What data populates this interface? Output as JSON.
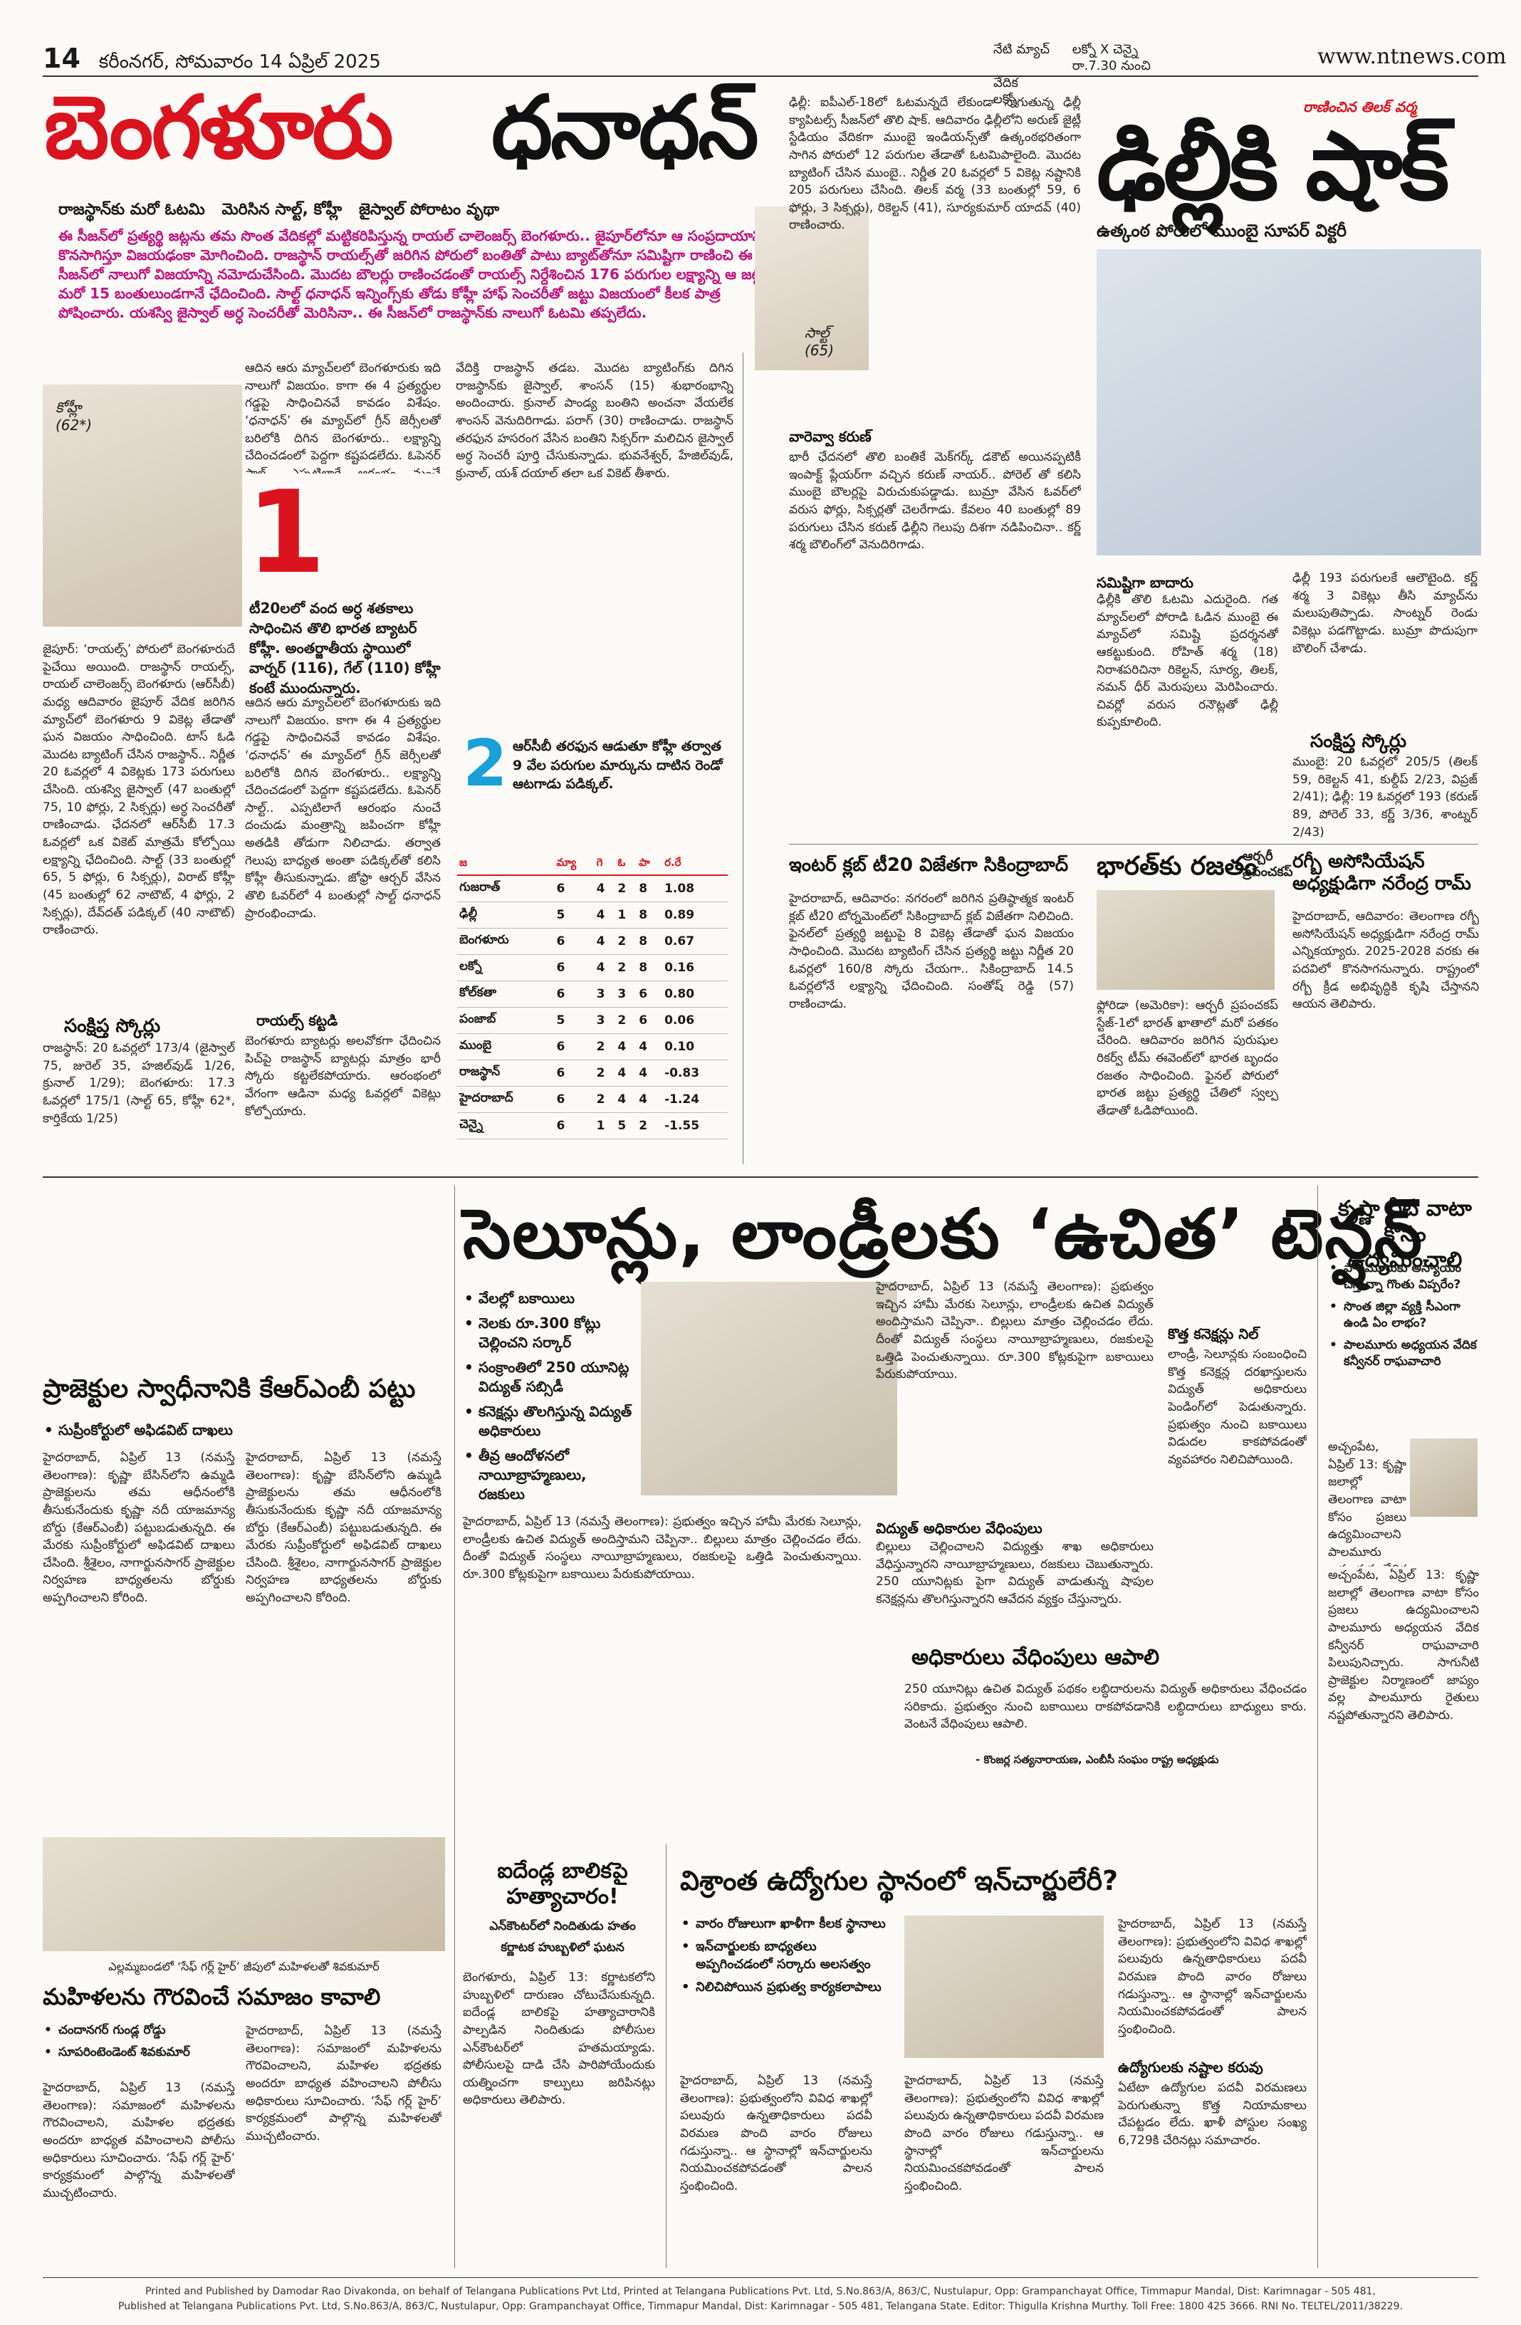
{
  "header": {
    "page_no": "14",
    "date": "కరీంనగర్, సోమవారం 14 ఏప్రిల్ 2025",
    "today_label": "నేటి మ్యాచ్",
    "match": "లక్నో X చెన్నై",
    "time": "రా.7.30 నుంచి",
    "venue_label": "వేదిక",
    "venue": "లక్నో",
    "url": "www.ntnews.com"
  },
  "left_story": {
    "headline_red": "బెంగళూరు",
    "headline_black": "ధనాధన్",
    "kicker": [
      "రాజస్థాన్‌కు మరో ఓటమి",
      "మెరిసిన సాల్ట్, కోహ్లీ",
      "జైస్వాల్ పోరాటం వృథా"
    ],
    "lead": "ఈ సీజన్‌లో ప్రత్యర్థి జట్లను తమ సొంత వేదికల్లో మట్టికరిపిస్తున్న రాయల్ చాలెంజర్స్ బెంగళూరు.. జైపూర్‌లోనూ ఆ సంప్రదాయాన్ని కొనసాగిస్తూ విజయఢంకా మోగించింది. రాజస్థాన్ రాయల్స్‌తో జరిగిన పోరులో బంతితో పాటు బ్యాట్‌తోనూ సమిష్టిగా రాణించి ఈ సీజన్‌లో నాలుగో విజయాన్ని నమోదుచేసింది. మొదట బౌలర్లు రాణించడంతో రాయల్స్ నిర్దేశించిన 176 పరుగుల లక్ష్యాన్ని ఆ జట్టు మరో 15 బంతులుండగానే ఛేదించింది. సాల్ట్ ధనాధన్ ఇన్నింగ్స్‌కు తోడు కోహ్లీ హాఫ్ సెంచరీతో జట్టు విజయంలో కీలక పాత్ర పోషించారు. యశస్వి జైస్వాల్ అర్ధ సెంచరీతో మెరిసినా.. ఈ సీజన్‌లో రాజస్థాన్‌కు నాలుగో ఓటమి తప్పలేదు.",
    "photo1_caption": "కోహ్లీ",
    "photo1_score": "(62*)",
    "photo2_caption": "సాల్ట్",
    "photo2_score": "(65)",
    "big_num_1": "1",
    "pull1": "టీ20లలో వంద అర్ధ శతకాలు సాధించిన తొలి భారత బ్యాటర్ కోహ్లీ. అంతర్జాతీయ స్థాయిలో వార్నర్ (116), గేల్ (110) కోహ్లీ కంటే ముందున్నారు.",
    "big_num_2": "2",
    "pull2": "ఆర్‌సీబీ తరఫున ఆడుతూ కోహ్లీ తర్వాత 9 వేల పరుగుల మార్కును దాటిన రెండో ఆటగాడు పడిక్కల్.",
    "col1": "జైపూర్: ‘రాయల్స్’ పోరులో బెంగళూరుదే పైచేయి అయింది. రాజస్థాన్ రాయల్స్, రాయల్ చాలెంజర్స్ బెంగళూరు (ఆర్‌సీబీ) మధ్య ఆదివారం జైపూర్ వేదిక జరిగిన మ్యాచ్‌లో బెంగళూరు 9 వికెట్ల తేడాతో ఘన విజయం సాధించింది. టాస్ ఓడి మొదట బ్యాటింగ్ చేసిన రాజస్థాన్.. నిర్ణీత 20 ఓవర్లలో 4 వికెట్లకు 173 పరుగులు చేసింది. యశస్వి జైస్వాల్ (47 బంతుల్లో 75, 10 ఫోర్లు, 2 సిక్సర్లు) అర్ధ సెంచరీతో రాణించాడు. ఛేదనలో ఆర్‌సీబీ 17.3 ఓవర్లలో ఒక వికెట్ మాత్రమే కోల్పోయి లక్ష్యాన్ని ఛేదించింది. సాల్ట్ (33 బంతుల్లో 65, 5 ఫోర్లు, 6 సిక్సర్లు), విరాట్ కోహ్లీ (45 బంతుల్లో 62 నాటౌట్, 4 ఫోర్లు, 2 సిక్సర్లు), దేవ్‌దత్ పడిక్కల్ (40 నాటౌట్) రాణించారు.",
    "col2": "ఆదిన ఆరు మ్యాచ్‌లలో బెంగళూరుకు ఇది నాలుగో విజయం. కాగా ఈ 4 ప్రత్యర్థుల గడ్డపై సాధించినవే కావడం విశేషం. ‘ధనాధన్’ ఈ మ్యాచ్‌లో గ్రీన్ జెర్సీలతో బరిలోకి దిగిన బెంగళూరు.. లక్ష్యాన్ని చేదించడంలో పెద్దగా కష్టపడలేదు. ఓపెనర్ సాల్ట్.. ఎప్పటిలాగే ఆరంభం నుంచే దంచుడు మంత్రాన్ని జపించగా కోహ్లీ అతడికి తోడుగా నిలిచాడు. తర్వాత గెలుపు బాధ్యత అంతా పడిక్కల్‌తో కలిసి కోహ్లీ తీసుకున్నాడు. జోఫ్రా ఆర్చర్ వేసిన తొలి ఓవర్‌లో 4 బంతుల్లో సాల్ట్ ధనాధన్ ప్రారంభించాడు.",
    "col3": "వేదిక్తి రాజస్థాన్ తడబ. మొదట బ్యాటింగ్‌కు దిగిన రాజస్థాన్‌కు జైస్వాల్, శాంసన్ (15) శుభారంభాన్ని అందించారు. క్రునాల్ పాండ్య బంతిని అంచనా వేయలేక శాంసన్ వెనుదిరిగాడు. పరాగ్ (30) రాణించాడు. రాజస్థాన్ తరఫున హసరంగ వేసిన బంతిని సిక్సర్‌గా మలిచిన జైస్వాల్ అర్ధ సెంచరీ పూర్తి చేసుకున్నాడు. భువనేశ్వర్, హేజిల్‌వుడ్, క్రునాల్, యశ్ దయాల్ తలా ఒక వికెట్ తీశారు.",
    "col4": "ఢిల్లీ: ఐపీఎల్-18లో ఓటమన్నదే లేకుండా సాగుతున్న ఢిల్లీ క్యాపిటల్స్ సీజన్‌లో తొలి షాక్. ఆదివారం ఢిల్లీలోని అరుణ్ జైట్లీ స్టేడియం వేదికగా ముంబై ఇండియన్స్‌తో ఉత్కంఠభరితంగా సాగిన పోరులో 12 పరుగుల తేడాతో ఓటమిపాలైంది. మొదట బ్యాటింగ్ చేసిన ముంబై.. నిర్ణీత 20 ఓవర్లలో 5 వికెట్ల నష్టానికి 205 పరుగులు చేసింది. తిలక్ వర్మ (33 బంతుల్లో 59, 6 ఫోర్లు, 3 సిక్సర్లు), రికెల్టన్ (41), సూర్యకుమార్ యాదవ్ (40) రాణించారు.",
    "short_scores_title": "సంక్షిప్త స్కోర్లు",
    "short_scores": "రాజస్థాన్: 20 ఓవర్లలో 173/4 (జైస్వాల్ 75, జురెల్ 35, హజిల్‌వుడ్ 1/26, క్రునాల్ 1/29); బెంగళూరు: 17.3 ఓవర్లలో 175/1 (సాల్ట్ 65, కోహ్లీ 62*, కార్తికేయ 1/25)",
    "royal_heading": "రాయల్స్ కట్టడి",
    "royal_text": "బెంగళూరు బ్యాటర్లు అలవోకగా ఛేదించిన పిచ్‌పై రాజస్థాన్ బ్యాటర్లు మాత్రం భారీ స్కోరు కట్టలేకపోయారు. ఆరంభంలో వేగంగా ఆడినా మధ్య ఓవర్లలో వికెట్లు కోల్పోయారు."
  },
  "points_table": {
    "headers": [
      "జ",
      "మ్యా",
      "గె",
      "ఓ",
      "పా",
      "ర.రే"
    ],
    "rows": [
      [
        "గుజరాత్",
        "6",
        "4",
        "2",
        "8",
        "1.08"
      ],
      [
        "ఢిల్లీ",
        "5",
        "4",
        "1",
        "8",
        "0.89"
      ],
      [
        "బెంగళూరు",
        "6",
        "4",
        "2",
        "8",
        "0.67"
      ],
      [
        "లక్నో",
        "6",
        "4",
        "2",
        "8",
        "0.16"
      ],
      [
        "కోల్‌కతా",
        "6",
        "3",
        "3",
        "6",
        "0.80"
      ],
      [
        "పంజాబ్",
        "5",
        "3",
        "2",
        "6",
        "0.06"
      ],
      [
        "ముంబై",
        "6",
        "2",
        "4",
        "4",
        "0.10"
      ],
      [
        "రాజస్థాన్",
        "6",
        "2",
        "4",
        "4",
        "-0.83"
      ],
      [
        "హైదరాబాద్",
        "6",
        "2",
        "4",
        "4",
        "-1.24"
      ],
      [
        "చెన్నై",
        "6",
        "1",
        "5",
        "2",
        "-1.55"
      ]
    ]
  },
  "right_story": {
    "byline": "రాణించిన తిలక్ వర్మ",
    "headline": "ఢిల్లీకి షాక్",
    "subhead": "ఉత్కంఠ పోరులో ముంబై సూపర్ విక్టరీ",
    "heading_karun": "వారెవ్వా కరుణ్",
    "text_a": "భారీ ఛేదనలో తొలి బంతికే మెక్‌గర్క్ డకౌట్ అయినప్పటికీ ఇంపాక్ట్ ప్లేయర్‌గా వచ్చిన కరుణ్ నాయర్.. పోరెల్ తో కలిసి ముంబై బౌలర్లపై విరుచుకుపడ్డాడు. బుమ్రా వేసిన ఓవర్‌లో వరుస ఫోర్లు, సిక్సర్లతో చెలరేగాడు. కేవలం 40 బంతుల్లో 89 పరుగులు చేసిన కరుణ్ ఢిల్లీని గెలుపు దిశగా నడిపించినా.. కర్ణ్ శర్మ బౌలింగ్‌లో వెనుదిరిగాడు.",
    "heading_samishti": "సమిష్టిగా బాదారు",
    "text_b": "ఢిల్లీకి తొలి ఓటమి ఎదురైంది. గత మ్యాచ్‌లలో పోరాడి ఓడిన ముంబై ఈ మ్యాచ్‌లో సమిష్టి ప్రదర్శనతో ఆకట్టుకుంది. రోహిత్ శర్మ (18) నిరాశపరిచినా రికెల్టన్, సూర్య, తిలక్, నమన్ ధీర్ మెరుపులు మెరిపించారు. చివర్లో వరుస రనౌట్లతో ఢిల్లీ కుప్పకూలింది.",
    "text_c": "ఢిల్లీ 193 పరుగులకే ఆలౌటైంది. కర్ణ్ శర్మ 3 వికెట్లు తీసి మ్యాచ్‌ను మలుపుతిప్పాడు. సాంట్నర్ రెండు వికెట్లు పడగొట్టాడు. బుమ్రా పొదుపుగా బౌలింగ్ చేశాడు.",
    "scores_title": "సంక్షిప్త స్కోర్లు",
    "scores": "ముంబై: 20 ఓవర్లలో 205/5 (తిలక్ 59, రికెల్టన్ 41, కుల్దీప్ 2/23, విప్రజ్ 2/41); ఢిల్లీ: 19 ఓవర్లలో 193 (కరుణ్ 89, పోరెల్ 33, కర్ణ్ 3/36, శాంట్నర్ 2/43)"
  },
  "mid_stories": {
    "intercity_head": "ఇంటర్ క్లబ్ టీ20 విజేతగా సికింద్రాబాద్",
    "intercity_text": "హైదరాబాద్, ఆదివారం: నగరంలో జరిగిన ప్రతిష్ఠాత్మక ఇంటర్ క్లబ్ టీ20 టోర్నమెంట్‌లో సికింద్రాబాద్ క్లబ్ విజేతగా నిలిచింది. ఫైనల్‌లో ప్రత్యర్థి జట్టుపై 8 వికెట్ల తేడాతో ఘన విజయం సాధించింది. మొదట బ్యాటింగ్ చేసిన ప్రత్యర్థి జట్టు నిర్ణీత 20 ఓవర్లలో 160/8 స్కోరు చేయగా.. సికింద్రాబాద్ 14.5 ఓవర్లలోనే లక్ష్యాన్ని ఛేదించింది. సంతోష్ రెడ్డి (57) రాణించాడు.",
    "rajatham_head": "భారత్‌కు రజతం",
    "rajatham_kicker": "ఆర్చరీ ప్రపంచకప్",
    "rajatham_text": "ఫ్లోరిడా (అమెరికా): ఆర్చరీ ప్రపంచకప్ స్టేజ్-1లో భారత్ ఖాతాలో మరో పతకం చేరింది. ఆదివారం జరిగిన పురుషుల రికర్వ్ టీమ్ ఈవెంట్‌లో భారత బృందం రజతం సాధించింది. ఫైనల్ పోరులో భారత జట్టు ప్రత్యర్థి చేతిలో స్వల్ప తేడాతో ఓడిపోయింది.",
    "rugby_head": "రగ్బీ అసోసియేషన్ అధ్యక్షుడిగా నరేంద్ర రామ్",
    "rugby_text": "హైదరాబాద్, ఆదివారం: తెలంగాణ రగ్బీ అసోసియేషన్ అధ్యక్షుడిగా నరేంద్ర రామ్ ఎన్నికయ్యారు. 2025-2028 వరకు ఈ పదవిలో కొనసాగనున్నారు. రాష్ట్రంలో రగ్బీ క్రీడ అభివృద్ధికి కృషి చేస్తానని ఆయన తెలిపారు."
  },
  "selunlu": {
    "headline": "సెలూన్లు, లాండ్రీలకు ‘ఉచిత’ టెన్షన్",
    "bullets": [
      "వేలల్లో బకాయిలు",
      "నెలకు రూ.300 కోట్లు చెల్లించని సర్కార్",
      "సంక్రాంతిలో 250 యూనిట్ల విద్యుత్ సబ్సిడీ",
      "కనెక్షన్లు తొలగిస్తున్న విద్యుత్ అధికారులు",
      "తీవ్ర ఆందోళనలో నాయీబ్రాహ్మణులు, రజకులు"
    ],
    "text_1": "హైదరాబాద్, ఏప్రిల్ 13 (నమస్తే తెలంగాణ): ప్రభుత్వం ఇచ్చిన హామీ మేరకు సెలూన్లు, లాండ్రీలకు ఉచిత విద్యుత్ అందిస్తామని చెప్పినా.. బిల్లులు మాత్రం చెల్లించడం లేదు. దీంతో విద్యుత్ సంస్థలు నాయీబ్రాహ్మణులు, రజకులపై ఒత్తిడి పెంచుతున్నాయి. రూ.300 కోట్లకుపైగా బకాయిలు పేరుకుపోయాయి.",
    "heading_adhikarula": "విద్యుత్ అధికారుల వేధింపులు",
    "text_2": "బిల్లులు చెల్లించాలని విద్యుత్తు శాఖ అధికారులు వేధిస్తున్నారని నాయీబ్రాహ్మణులు, రజకులు చెబుతున్నారు. 250 యూనిట్లకు పైగా విద్యుత్ వాడుతున్న షాపుల కనెక్షన్లను తొలగిస్తున్నారని ఆవేదన వ్యక్తం చేస్తున్నారు.",
    "heading_kotha": "కొత్త కనెక్షన్లు నిల్",
    "text_3": "లాండ్రీ, సెలూన్లకు సంబంధించి కొత్త కనెక్షన్ల దరఖాస్తులను విద్యుత్ అధికారులు పెండింగ్‌లో పెడుతున్నారు. ప్రభుత్వం నుంచి బకాయిలు విడుదల కాకపోవడంతో వ్యవహారం నిలిచిపోయింది.",
    "adhikarula_head": "అధికారులు వేధింపులు ఆపాలి",
    "adhikarula_text": "250 యూనిట్లు ఉచిత విద్యుత్ పథకం లబ్ధిదారులను విద్యుత్ అధికారులు వేధించడం సరికాదు. ప్రభుత్వం నుంచి బకాయిలు రాకపోవడానికి లబ్ధిదారులు బాధ్యులు కారు. వెంటనే వేధింపులు ఆపాలి.",
    "adhikarula_byline": "- కొంజర్ల సత్యనారాయణ, ఎంబీసీ సంఘం రాష్ట్ర అధ్యక్షుడు"
  },
  "krishna": {
    "headline": "కృష్ణా నీటి వాటా కోసం ఉద్యమించాలి",
    "bullets": [
      "పాలమూరుకు అన్యాయం చేస్తున్నా గొంతు విప్పరేం?",
      "సొంత జిల్లా వ్యక్తి సీఎంగా ఉండి ఏం లాభం?",
      "పాలమూరు అధ్యయన వేదిక కన్వీనర్ రాఘవాచారి"
    ],
    "text": "అచ్చంపేట, ఏప్రిల్ 13: కృష్ణా జలాల్లో తెలంగాణ వాటా కోసం ప్రజలు ఉద్యమించాలని పాలమూరు అధ్యయన వేదిక కన్వీనర్ రాఘవాచారి పిలుపునిచ్చారు. సాగునీటి ప్రాజెక్టుల నిర్మాణంలో జాప్యం వల్ల పాలమూరు రైతులు నష్టపోతున్నారని తెలిపారు."
  },
  "brb": {
    "headline": "ప్రాజెక్టుల స్వాధీనానికి కేఆర్‌ఎంబీ పట్టు",
    "bullet": "సుప్రీంకోర్టులో అఫిడవిట్ దాఖలు",
    "text": "హైదరాబాద్, ఏప్రిల్ 13 (నమస్తే తెలంగాణ): కృష్ణా బేసిన్‌లోని ఉమ్మడి ప్రాజెక్టులను తమ ఆధీనంలోకి తీసుకునేందుకు కృష్ణా నదీ యాజమాన్య బోర్డు (కేఆర్‌ఎంబీ) పట్టుబడుతున్నది. ఈ మేరకు సుప్రీంకోర్టులో అఫిడవిట్ దాఖలు చేసింది. శ్రీశైలం, నాగార్జునసాగర్ ప్రాజెక్టుల నిర్వహణ బాధ్యతలను బోర్డుకు అప్పగించాలని కోరింది."
  },
  "rape": {
    "headline": "ఐదేండ్ల బాలికపై హత్యాచారం!",
    "kicker": "ఎన్‌కౌంటర్‌లో నిందితుడు హతం",
    "sub": "కర్ణాటక హుబ్బళిలో ఘటన",
    "text": "బెంగళూరు, ఏప్రిల్ 13: కర్ణాటకలోని హుబ్బళిలో దారుణం చోటుచేసుకున్నది. ఐదేండ్ల బాలికపై హత్యాచారానికి పాల్పడిన నిందితుడు పోలీసుల ఎన్‌కౌంటర్‌లో హతమయ్యాడు. పోలీసులపై దాడి చేసి పారిపోయేందుకు యత్నించగా కాల్పులు జరిపినట్లు అధికారులు తెలిపారు."
  },
  "vishranta": {
    "headline": "విశ్రాంత ఉద్యోగుల స్థానంలో ఇన్‌చార్జులేరీ?",
    "bullets": [
      "వారం రోజులుగా ఖాళీగా కీలక స్థానాలు",
      "ఇన్‌చార్జులకు బాధ్యతలు అప్పగించడంలో సర్కారు అలసత్వం",
      "నిలిచిపోయిన ప్రభుత్వ కార్యకలాపాలు"
    ],
    "text": "హైదరాబాద్, ఏప్రిల్ 13 (నమస్తే తెలంగాణ): ప్రభుత్వంలోని వివిధ శాఖల్లో పలువురు ఉన్నతాధికారులు పదవీ విరమణ పొంది వారం రోజులు గడుస్తున్నా.. ఆ స్థానాల్లో ఇన్‌చార్జులను నియమించకపోవడంతో పాలన స్తంభించింది.",
    "heading": "ఉద్యోగులకు నష్టాల కరువు",
    "text2": "ఏటేటా ఉద్యోగుల పదవీ విరమణలు పెరుగుతున్నా కొత్త నియామకాలు చేపట్టడం లేదు. ఖాళీ పోస్టుల సంఖ్య 6,729కి చేరినట్లు సమాచారం."
  },
  "women": {
    "tagline": "ఎల్లమ్మబండలో ‘సేఫ్ గర్ల్ హైర్’ జీపులో మహిళలతో శివకుమార్",
    "headline": "మహిళలను గౌరవించే సమాజం కావాలి",
    "bullet1": "చందానగర్ గుండ్ల రోడ్డు",
    "bullet2": "సూపరింటెండెంట్ శివకుమార్",
    "text": "హైదరాబాద్, ఏప్రిల్ 13 (నమస్తే తెలంగాణ): సమాజంలో మహిళలను గౌరవించాలని, మహిళల భద్రతకు అందరూ బాధ్యత వహించాలని పోలీసు అధికారులు సూచించారు. ‘సేఫ్ గర్ల్ హైర్’ కార్యక్రమంలో పాల్గొన్న మహిళలతో ముచ్చటించారు."
  },
  "footer": {
    "line1": "Printed and Published by Damodar Rao Divakonda, on behalf of Telangana Publications Pvt Ltd, Printed at Telangana Publications Pvt. Ltd, S.No.863/A, 863/C, Nustulapur, Opp: Grampanchayat Office, Timmapur Mandal, Dist: Karimnagar - 505 481,",
    "line2": "Published at Telangana Publications Pvt. Ltd, S.No.863/A, 863/C, Nustulapur, Opp: Grampanchayat Office, Timmapur Mandal, Dist: Karimnagar - 505 481, Telangana State. Editor: Thigulla Krishna Murthy. Toll Free: 1800 425 3666. RNI No. TELTEL/2011/38229."
  }
}
